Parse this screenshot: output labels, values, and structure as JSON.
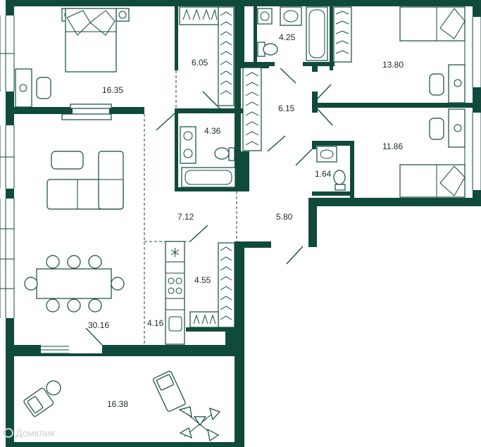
{
  "rooms": [
    {
      "id": "bedroom-1",
      "area": "16.35"
    },
    {
      "id": "wardrobe-1",
      "area": "6.05"
    },
    {
      "id": "bathroom-1",
      "area": "4.25"
    },
    {
      "id": "bedroom-2",
      "area": "13.80"
    },
    {
      "id": "corridor-1",
      "area": "6.15"
    },
    {
      "id": "bathroom-2",
      "area": "4.36"
    },
    {
      "id": "bedroom-3",
      "area": "11.86"
    },
    {
      "id": "toilet",
      "area": "1.64"
    },
    {
      "id": "hall",
      "area": "7.12"
    },
    {
      "id": "corridor-2",
      "area": "5.80"
    },
    {
      "id": "wardrobe-2",
      "area": "4.55"
    },
    {
      "id": "kitchen",
      "area": "4.16"
    },
    {
      "id": "living-room",
      "area": "30.16"
    },
    {
      "id": "balcony",
      "area": "16.38"
    }
  ],
  "watermark": "Домклик",
  "colors": {
    "wall": "#0f4a3c",
    "background": "#ffffff",
    "text": "#1f2a26"
  }
}
